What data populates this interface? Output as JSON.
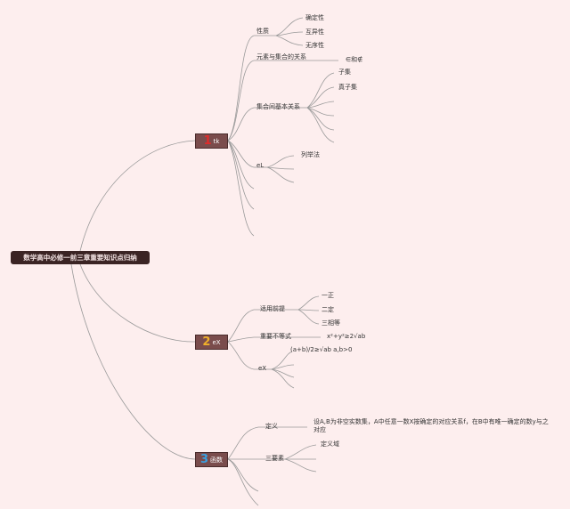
{
  "root": {
    "label": "数学高中必修一前三章重要知识点归纳"
  },
  "colors": {
    "background": "#fdeeee",
    "root_fill": "#3b2424",
    "branch_fill": "#7a4c4c",
    "line": "#999999",
    "num1": "#e02b2b",
    "num2": "#f0b02a",
    "num3": "#3aa0e0"
  },
  "branches": [
    {
      "num": "1",
      "label": "tk"
    },
    {
      "num": "2",
      "label": "eX"
    },
    {
      "num": "3",
      "label": "函数"
    }
  ],
  "b1": {
    "xingzhi": "性质",
    "queding": "确定性",
    "huyi": "互异性",
    "wuxu": "无序性",
    "yuansu": "元素与集合的关系",
    "belong": "∈和∉",
    "jihejian": "集合间基本关系",
    "ziji": "子集",
    "zhenziji": "真子集",
    "el": "eL",
    "liejufa": "列举法"
  },
  "b2": {
    "shiyong": "适用前提",
    "yizheng": "一正",
    "erding": "二定",
    "sanxiang": "三相等",
    "zhongyao": "重要不等式",
    "formula1": "x²+y²≥2√ab",
    "ex": "eX",
    "formula2": "(a+b)/2≥√ab a,b>0"
  },
  "b3": {
    "dingyi": "定义",
    "definition": "设A,B为非空实数集，A中任意一数X按确定的对应关系f，在B中有唯一确定的数y与之对应",
    "sanyaosu": "三要素",
    "dingyiyu": "定义域"
  }
}
